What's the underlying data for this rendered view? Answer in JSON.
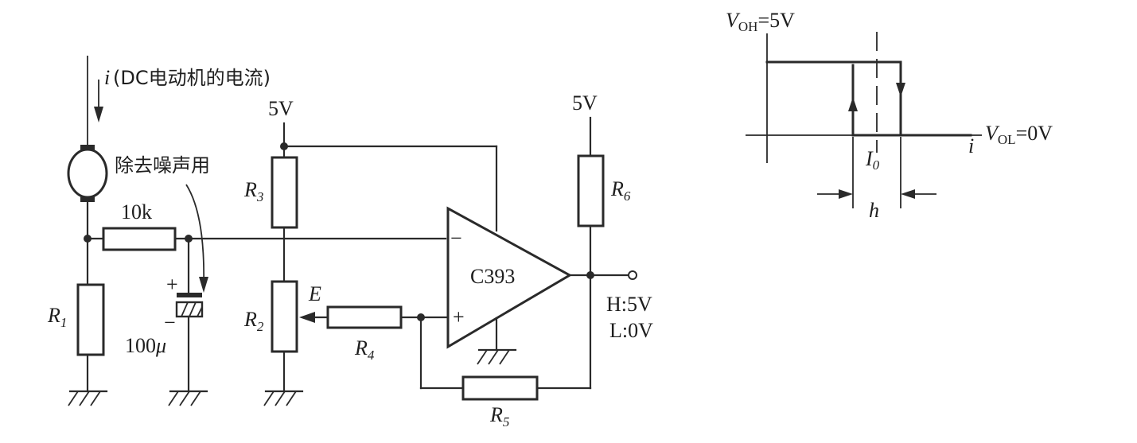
{
  "circuit": {
    "current_label": "i(DC电动机的电流)",
    "current_symbol": "i",
    "current_desc": "(DC电动机的电流)",
    "noise_label": "除去噪声用",
    "r_series_value": "10k",
    "cap_value": "100",
    "cap_unit": "μ",
    "cap_plus": "+",
    "cap_minus": "−",
    "supply_left": "5V",
    "supply_right": "5V",
    "r1": {
      "main": "R",
      "sub": "1"
    },
    "r2": {
      "main": "R",
      "sub": "2"
    },
    "r3": {
      "main": "R",
      "sub": "3"
    },
    "r4": {
      "main": "R",
      "sub": "4"
    },
    "r5": {
      "main": "R",
      "sub": "5"
    },
    "r6": {
      "main": "R",
      "sub": "6"
    },
    "e_label": "E",
    "comparator_label": "C393",
    "inv_sign": "−",
    "noninv_sign": "+",
    "out_high": "H:5V",
    "out_low": "L:0V"
  },
  "hysteresis": {
    "voh_label": "V",
    "voh_sub": "OH",
    "voh_value": "=5V",
    "vol_label": "V",
    "vol_sub": "OL",
    "vol_value": "=0V",
    "x_axis_label": "i",
    "center_label": "I",
    "center_sub": "0",
    "width_label": "h"
  }
}
